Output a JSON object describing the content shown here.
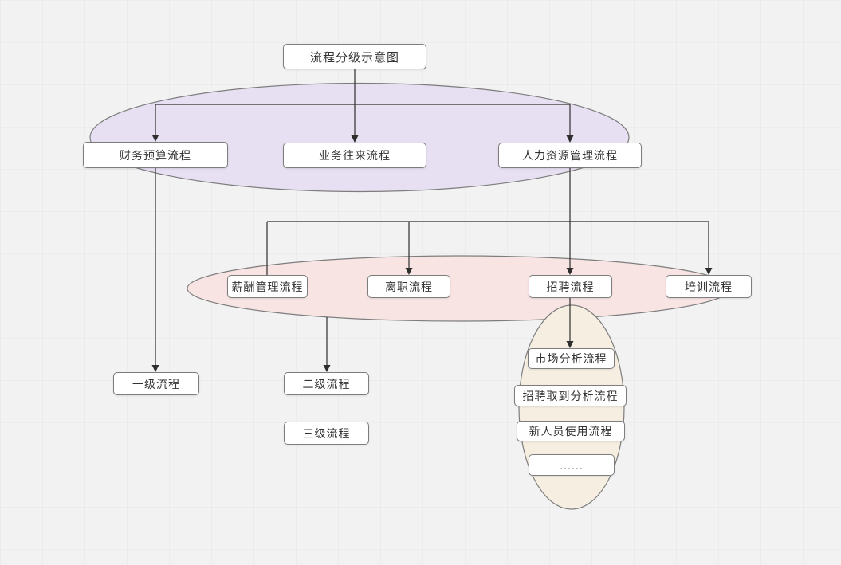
{
  "diagram": {
    "title": "流程分级示意图",
    "tier1": [
      "财务预算流程",
      "业务往来流程",
      "人力资源管理流程"
    ],
    "tier2": [
      "薪酬管理流程",
      "离职流程",
      "招聘流程",
      "培训流程"
    ],
    "tier3": [
      "市场分析流程",
      "招聘取到分析流程",
      "新人员使用流程",
      "......"
    ],
    "levels": [
      "一级流程",
      "二级流程",
      "三级流程"
    ],
    "colors": {
      "tier1_ellipse": "#e7dff2",
      "tier2_ellipse": "#f8e4e3",
      "tier3_ellipse": "#f6efe1",
      "canvas_background": "#f2f2f2",
      "node_fill": "#ffffff",
      "node_border": "#7d7d7d",
      "connector": "#2e2e2e",
      "text": "#333333"
    }
  }
}
